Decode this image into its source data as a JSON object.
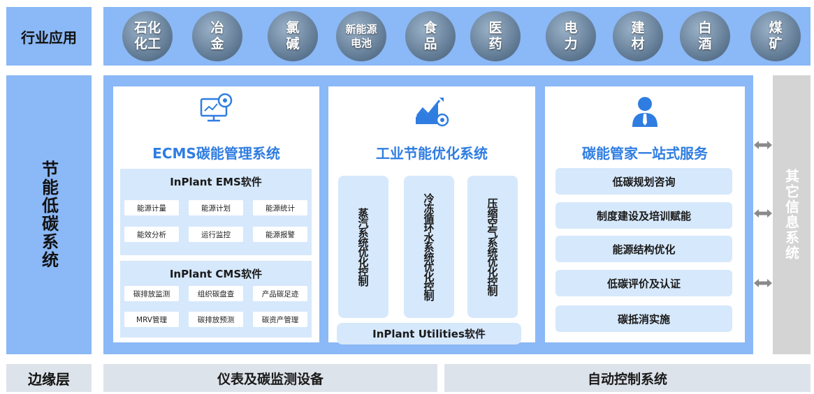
{
  "rows": {
    "industry": "行业应用",
    "energy": "节能低碳系统",
    "edge": "边缘层"
  },
  "industries": [
    "石化\n化工",
    "冶\n金",
    "氯\n碱",
    "新能源\n电池",
    "食\n品",
    "医\n药",
    "电\n力",
    "建\n材",
    "白\n酒",
    "煤\n矿"
  ],
  "ecms": {
    "title": "ECMS碳能管理系统",
    "ems": {
      "title": "InPlant EMS软件",
      "items": [
        "能源计量",
        "能源计划",
        "能源统计",
        "能效分析",
        "运行监控",
        "能源报警"
      ]
    },
    "cms": {
      "title": "InPlant CMS软件",
      "items": [
        "碳排放监测",
        "组织碳盘查",
        "产品碳足迹",
        "MRV管理",
        "碳排放预测",
        "碳资产管理"
      ]
    }
  },
  "industrial": {
    "title": "工业节能优化系统",
    "columns": [
      "蒸汽系统优化控制",
      "冷冻循环水系统优化控制",
      "压缩空气系统优化控制"
    ],
    "utilities": "InPlant Utilities软件"
  },
  "carbon": {
    "title": "碳能管家一站式服务",
    "services": [
      "低碳规划咨询",
      "制度建设及培训赋能",
      "能源结构优化",
      "低碳评价及认证",
      "碳抵消实施"
    ]
  },
  "other": "其它信息系统",
  "edge": {
    "instruments": "仪表及碳监测设备",
    "automation": "自动控制系统"
  },
  "colors": {
    "band_blue": "#8bb8f6",
    "light_blue": "#d6e8fb",
    "title_blue": "#2f7de1",
    "gray": "#d4d4d4",
    "edge_gray": "#dde3ea"
  }
}
